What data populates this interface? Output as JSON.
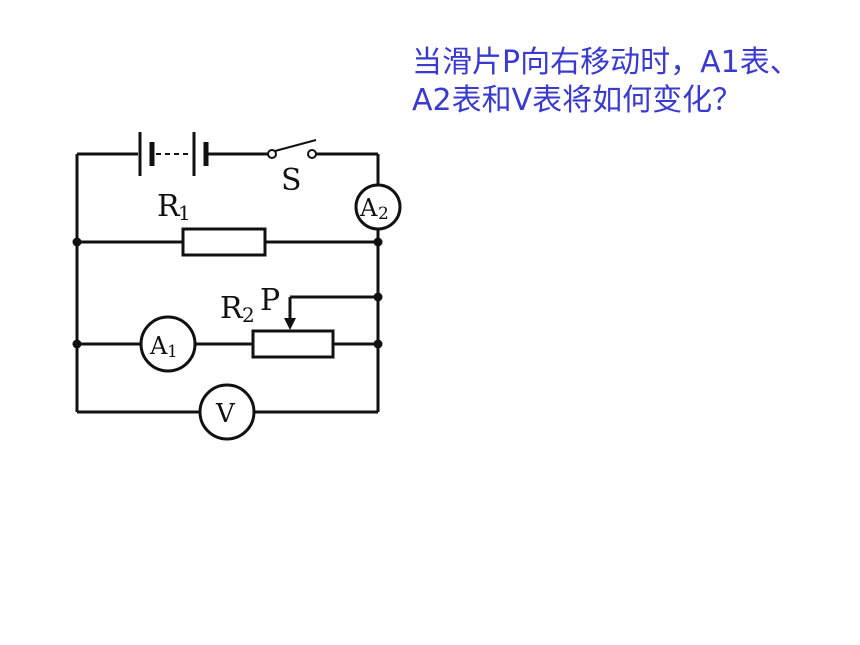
{
  "question": {
    "line1": "当滑片P向右移动时，A1表、",
    "line2": "A2表和V表将如何变化？",
    "color": "#3a3ad0"
  },
  "circuit": {
    "switch_label": "S",
    "r1_label": "R",
    "r1_sub": "1",
    "r2_label": "R",
    "r2_sub": "2",
    "slider_label": "P",
    "a1_label": "A",
    "a1_sub": "1",
    "a2_label": "A",
    "a2_sub": "2",
    "v_label": "V"
  }
}
